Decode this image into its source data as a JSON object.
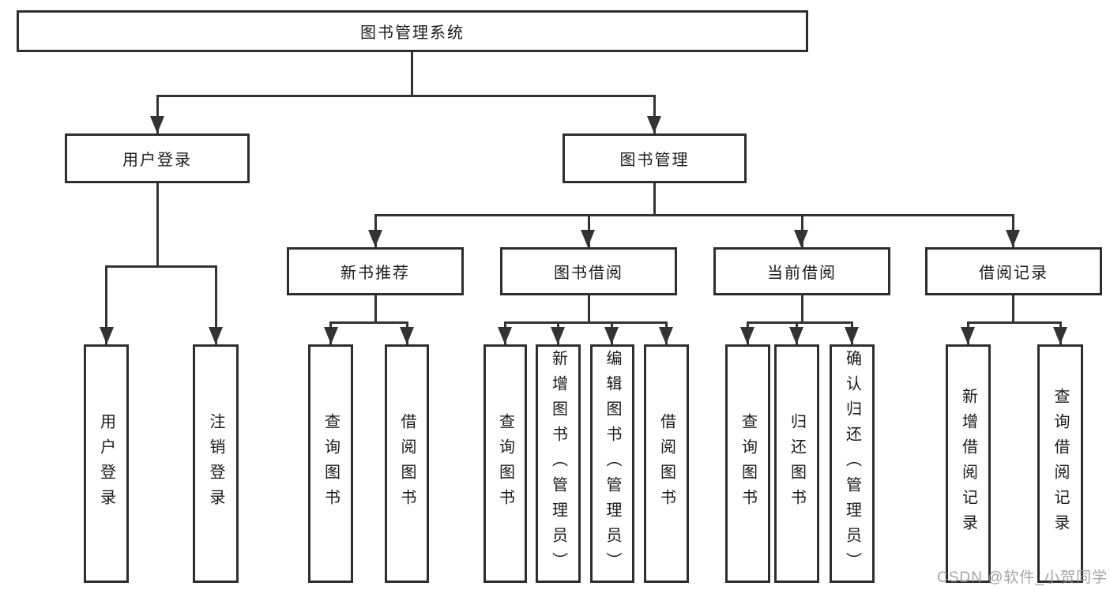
{
  "tree": {
    "label": "图书管理系统",
    "children": [
      {
        "label": "用户登录",
        "children": [
          {
            "label": "用户登录"
          },
          {
            "label": "注销登录"
          }
        ]
      },
      {
        "label": "图书管理",
        "children": [
          {
            "label": "新书推荐",
            "children": [
              {
                "label": "查询图书"
              },
              {
                "label": "借阅图书"
              }
            ]
          },
          {
            "label": "图书借阅",
            "children": [
              {
                "label": "查询图书"
              },
              {
                "label": "新增图书（管理员）"
              },
              {
                "label": "编辑图书（管理员）"
              },
              {
                "label": "借阅图书"
              }
            ]
          },
          {
            "label": "当前借阅",
            "children": [
              {
                "label": "查询图书"
              },
              {
                "label": "归还图书"
              },
              {
                "label": "确认归还（管理员）"
              }
            ]
          },
          {
            "label": "借阅记录",
            "children": [
              {
                "label": "新增借阅记录"
              },
              {
                "label": "查询借阅记录"
              }
            ]
          }
        ]
      }
    ]
  },
  "watermark": {
    "text": "CSDN @软件_小贺同学"
  },
  "colors": {
    "line": "#333333",
    "box_border": "#2e2e2e",
    "text": "#1a1a1a",
    "watermark": "#949494",
    "background": "#ffffff"
  }
}
